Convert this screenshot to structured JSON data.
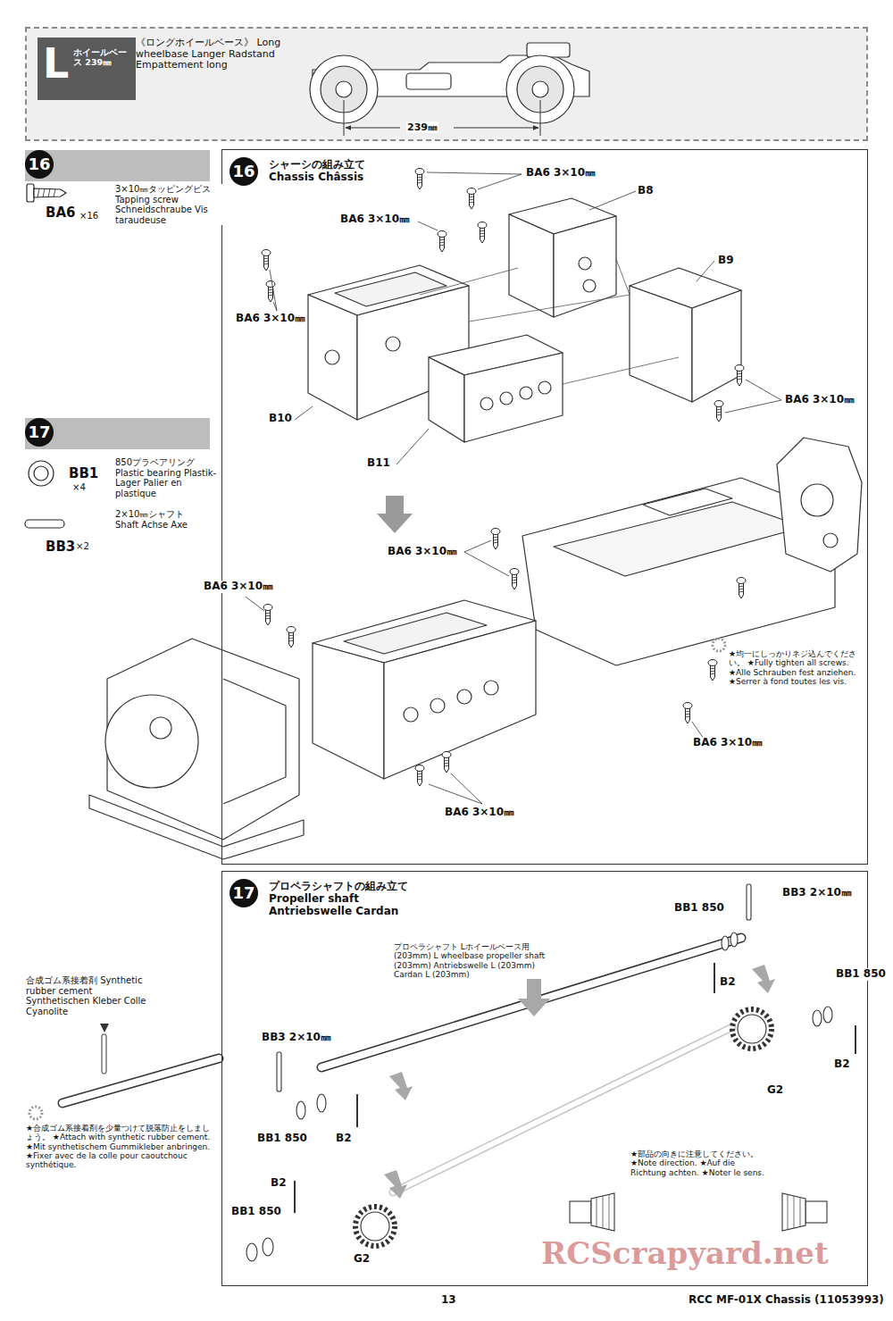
{
  "diagram": {
    "nodes": [
      {
        "text": [
          "《ロングホイールベース》 Long wheelbase Langer Radstand Empattement long"
        ]
      },
      {
        "text": [
          "L",
          "ホイールベース 239㎜"
        ],
        "in": 0
      },
      {
        "text": [
          "16"
        ]
      },
      {
        "text": [
          "16",
          "シャーシの組み立て Chassis Châssis"
        ]
      },
      {
        "text": [
          "17"
        ]
      },
      {
        "text": [
          "17",
          "プロペラシャフトの組み立て Propeller shaft Antriebswelle Cardan"
        ]
      }
    ],
    "labels": [
      "239㎜",
      "3×10㎜タッピングビス Tapping screw Schneidschraube Vis taraudeuse",
      "BA6",
      "×16",
      "BB1",
      "×4",
      "850プラベアリング Plastic bearing Plastik-Lager Palier en plastique",
      "BB3",
      "×2",
      "2×10㎜シャフト Shaft Achse Axe",
      "BA6 3×10㎜",
      "BA6 3×10㎜",
      "B8",
      "B9",
      "BA6 3×10㎜",
      "BA6 3×10㎜",
      "B10",
      "B11",
      "BA6 3×10㎜",
      "BA6 3×10㎜",
      "★均一にしっかりネジ込んでください。 ★Fully tighten all screws. ★Alle Schrauben fest anziehen. ★Serrer à fond toutes les vis.",
      "BA6 3×10㎜",
      "BA6 3×10㎜",
      "BB3 2×10㎜",
      "BB1 850",
      "プロペラシャフト Lホイールベース用 (203mm) L wheelbase propeller shaft (203mm) Antriebswelle L (203mm) Cardan L (203mm)",
      "B2",
      "BB1 850",
      "合成ゴム系接着剤 Synthetic rubber cement Synthetischen Kleber Colle Cyanolite",
      "BB3 2×10㎜",
      "B2",
      "G2",
      "★合成ゴム系接着剤を少量つけて脱落防止をしましょう。 ★Attach with synthetic rubber cement. ★Mit synthetischem Gummikleber anbringen. ★Fixer avec de la colle pour caoutchouc synthétique.",
      "BB1 850",
      "B2",
      "★部品の向きに注意してください。 ★Note direction. ★Auf die Richtung achten. ★Noter le sens.",
      "B2",
      "BB1 850",
      "RCScrapyard.net",
      "G2",
      "13",
      "RCC MF-01X Chassis (11053993)"
    ]
  }
}
